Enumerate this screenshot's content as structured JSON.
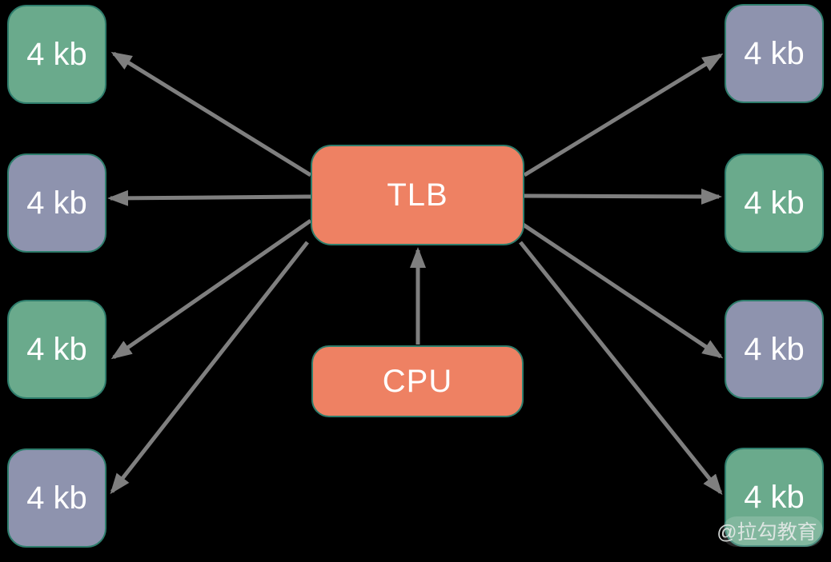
{
  "title": "TLB page translation diagram",
  "colors": {
    "green": "#6AAA8C",
    "purple": "#8E93AE",
    "orange": "#EE8163",
    "box_border": "#2E7D6C",
    "arrow": "#7F7F7F",
    "label": "#FFFFFF",
    "background": "#000000"
  },
  "nodes": {
    "tlb": {
      "label": "TLB"
    },
    "cpu": {
      "label": "CPU"
    }
  },
  "pages": [
    {
      "id": "left-1",
      "label": "4 kb",
      "color": "green"
    },
    {
      "id": "left-2",
      "label": "4 kb",
      "color": "purple"
    },
    {
      "id": "left-3",
      "label": "4 kb",
      "color": "green"
    },
    {
      "id": "left-4",
      "label": "4 kb",
      "color": "purple"
    },
    {
      "id": "right-1",
      "label": "4 kb",
      "color": "purple"
    },
    {
      "id": "right-2",
      "label": "4 kb",
      "color": "green"
    },
    {
      "id": "right-3",
      "label": "4 kb",
      "color": "purple"
    },
    {
      "id": "right-4",
      "label": "4 kb",
      "color": "green"
    }
  ],
  "edges": [
    {
      "from": "tlb",
      "to": "left-1"
    },
    {
      "from": "tlb",
      "to": "left-2"
    },
    {
      "from": "tlb",
      "to": "left-3"
    },
    {
      "from": "tlb",
      "to": "left-4"
    },
    {
      "from": "tlb",
      "to": "right-1"
    },
    {
      "from": "tlb",
      "to": "right-2"
    },
    {
      "from": "tlb",
      "to": "right-3"
    },
    {
      "from": "tlb",
      "to": "right-4"
    },
    {
      "from": "cpu",
      "to": "tlb"
    }
  ],
  "watermark": {
    "text": "@拉勾教育"
  }
}
